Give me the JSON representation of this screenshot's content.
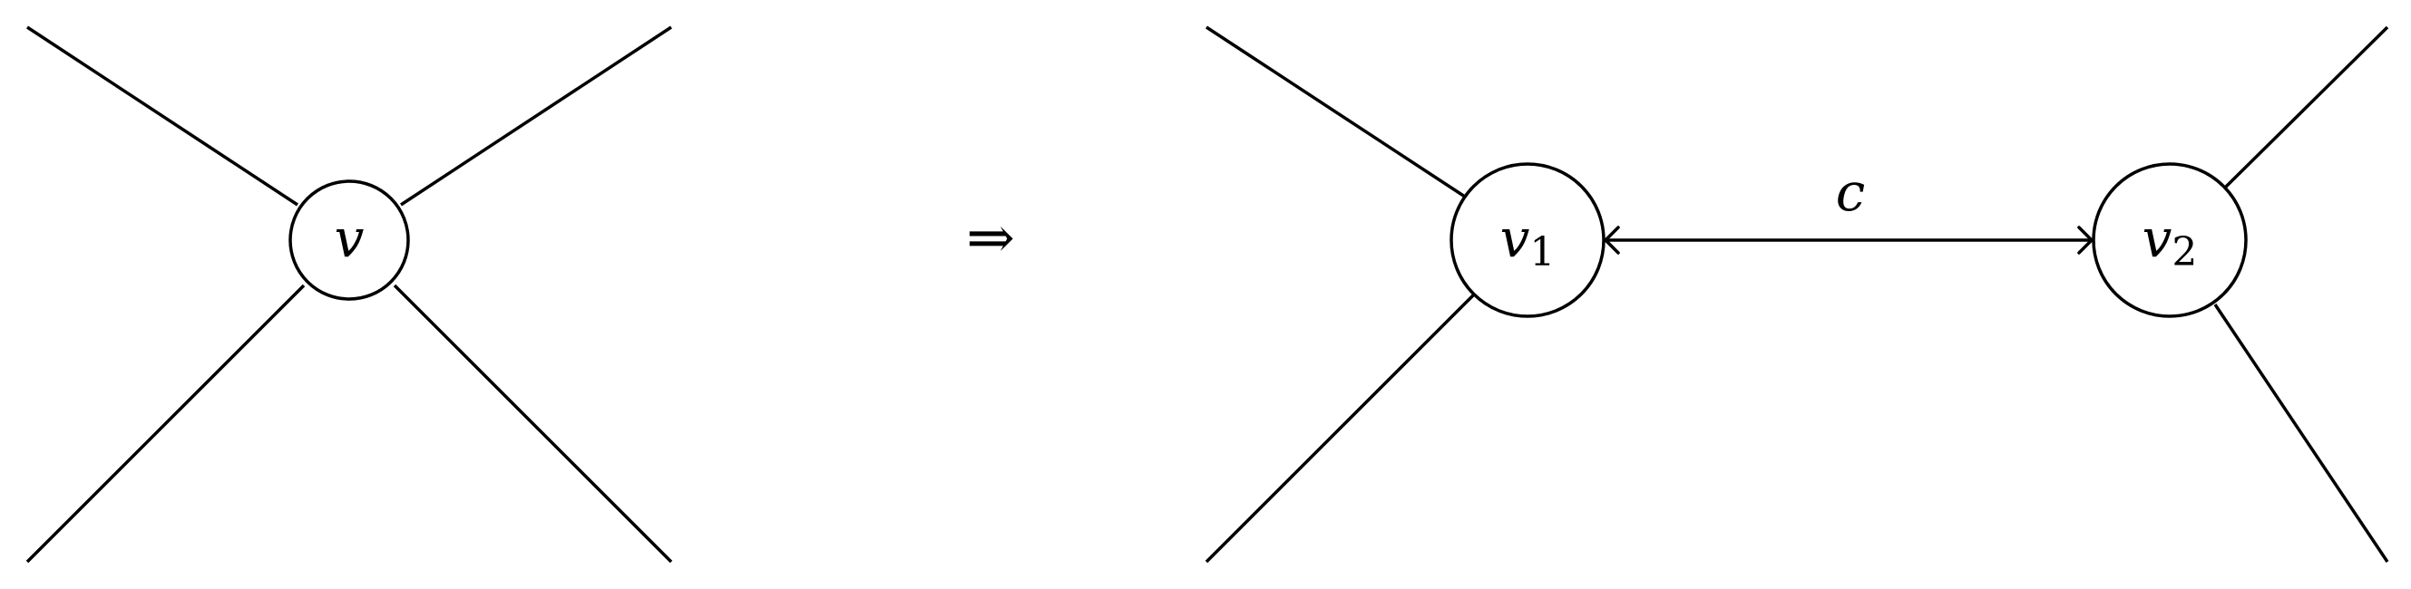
{
  "left_graph": {
    "node_label": "v"
  },
  "transform_symbol": "⇒",
  "right_graph": {
    "node1": {
      "label": "v",
      "subscript": "1"
    },
    "node2": {
      "label": "v",
      "subscript": "2"
    },
    "edge_label": "c"
  }
}
